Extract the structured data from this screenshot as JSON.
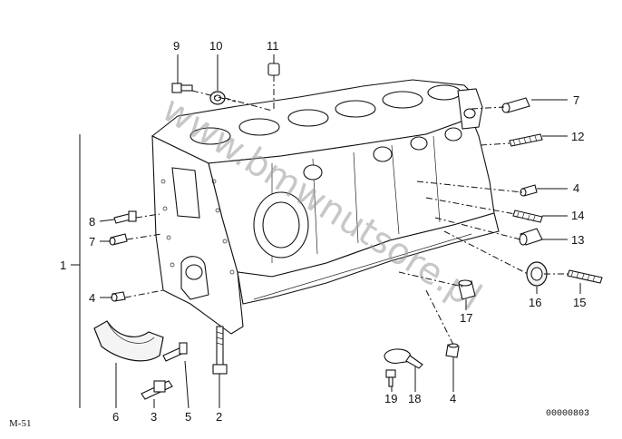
{
  "diagram": {
    "model_tag": "M-51",
    "drawing_number": "00000803",
    "watermark": "www.bmwnutsore.pl",
    "callouts": {
      "c1": "1",
      "c2": "2",
      "c3": "3",
      "c4a": "4",
      "c4b": "4",
      "c4c": "4",
      "c5": "5",
      "c6": "6",
      "c7a": "7",
      "c7b": "7",
      "c8": "8",
      "c9": "9",
      "c10": "10",
      "c11": "11",
      "c12": "12",
      "c13": "13",
      "c14": "14",
      "c15": "15",
      "c16": "16",
      "c17": "17",
      "c18": "18",
      "c19": "19"
    }
  }
}
